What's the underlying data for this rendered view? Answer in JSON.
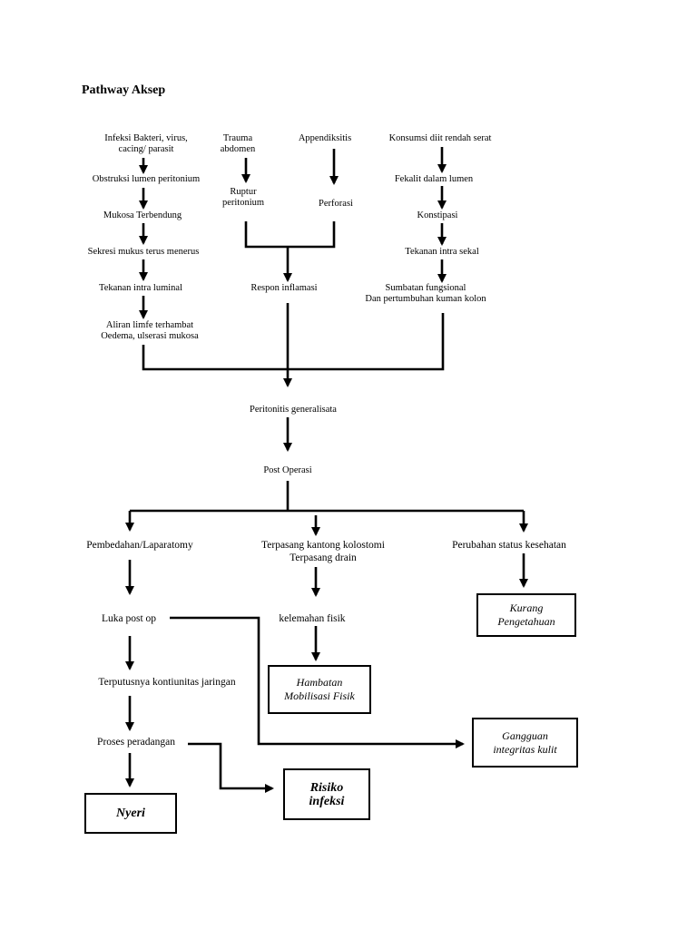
{
  "title": "Pathway Aksep",
  "nodes": {
    "infeksi": "Infeksi Bakteri, virus,\ncacing/ parasit",
    "obstruksi": "Obstruksi lumen peritonium",
    "mukosa": "Mukosa Terbendung",
    "sekresi": "Sekresi mukus terus menerus",
    "tekanan_luminal": "Tekanan intra luminal",
    "aliran": "Aliran limfe terhambat\nOedema, ulserasi mukosa",
    "trauma": "Trauma\nabdomen",
    "ruptur": "Ruptur\nperitonium",
    "appendiksitis": "Appendiksitis",
    "perforasi": "Perforasi",
    "respon": "Respon inflamasi",
    "konsumsi": "Konsumsi diit rendah serat",
    "fekalit": "Fekalit dalam lumen",
    "konstipasi": "Konstipasi",
    "tekanan_sekal": "Tekanan intra sekal",
    "sumbatan": "Sumbatan fungsional\nDan  pertumbuhan kuman kolon",
    "peritonitis": "Peritonitis generalisata",
    "post_operasi": "Post Operasi",
    "pembedahan": "Pembedahan/Laparatomy",
    "terpasang": "Terpasang kantong kolostomi\nTerpasang drain",
    "perubahan": "Perubahan status kesehatan",
    "luka": "Luka post op",
    "kelemahan": "kelemahan  fisik",
    "terputusnya": "Terputusnya kontiunitas jaringan",
    "proses": "Proses peradangan"
  },
  "boxes": {
    "kurang": "Kurang\nPengetahuan",
    "hambatan": "Hambatan\nMobilisasi Fisik",
    "gangguan": "Gangguan\nintegritas kulit",
    "risiko": "Risiko\ninfeksi",
    "nyeri": "Nyeri"
  }
}
